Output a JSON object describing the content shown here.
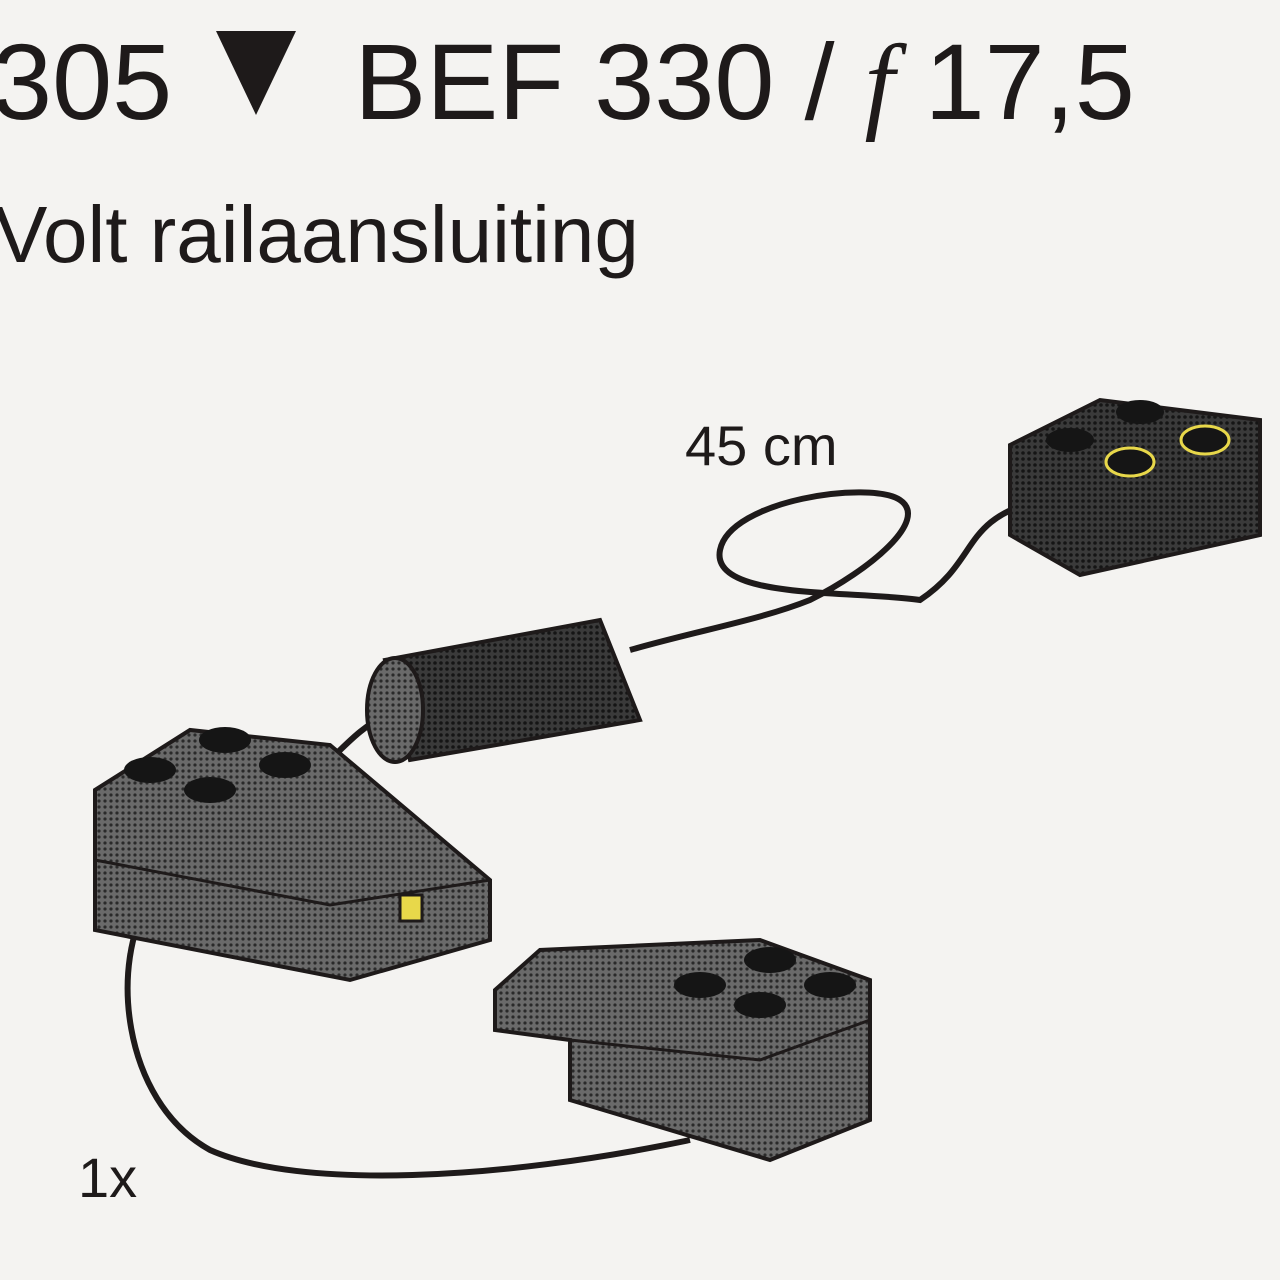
{
  "header": {
    "item_number": "305",
    "marker_icon": "down-triangle-icon",
    "price_bef": "BEF 330",
    "separator": "/",
    "currency_symbol": "f",
    "price_nlg": "17,5"
  },
  "subtitle": "Volt railaansluiting",
  "illustration": {
    "cable_length_label": "45 cm",
    "quantity_label": "1x"
  },
  "colors": {
    "ink": "#1e1a1a",
    "paper": "#f4f3f1",
    "brick": "#4a4a4a",
    "accent": "#e8d84a"
  }
}
